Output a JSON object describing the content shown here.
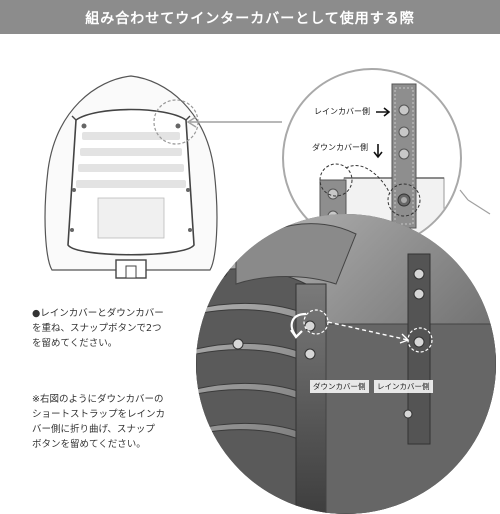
{
  "header": {
    "title": "組み合わせてウインターカバーとして使用する際"
  },
  "detail": {
    "rain_label": "レインカバー側",
    "down_label": "ダウンカバー側"
  },
  "photo": {
    "down_label": "ダウンカバー側",
    "rain_label": "レインカバー側"
  },
  "notes": {
    "note1_line1": "●レインカバーとダウンカバー",
    "note1_line2": "を重ね、スナップボタンで2つ",
    "note1_line3": "を留めてください。",
    "note2_line1": "※右図のようにダウンカバーの",
    "note2_line2": "ショートストラップをレインカ",
    "note2_line3": "バー側に折り曲げ、スナップ",
    "note2_line4": "ボタンを留めてください。"
  },
  "colors": {
    "header_bg": "#8c8c8c",
    "header_text": "#ffffff",
    "circle_border": "#a9a9a9",
    "strap": "#8e8e8e"
  }
}
